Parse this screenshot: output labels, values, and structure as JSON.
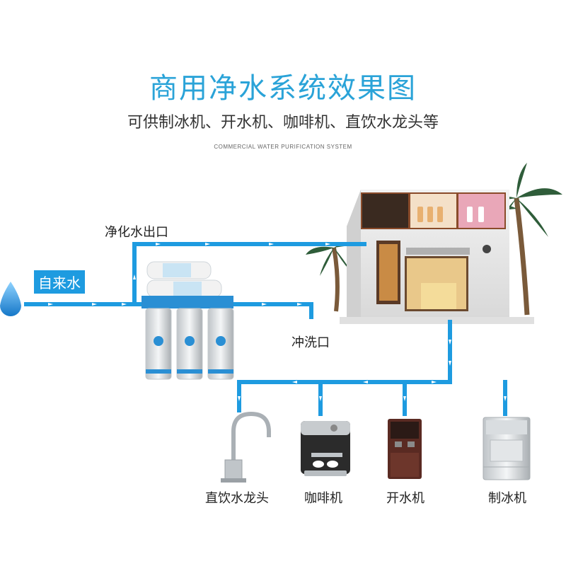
{
  "header": {
    "title": "商用净水系统效果图",
    "subtitle": "可供制冰机、开水机、咖啡机、直饮水龙头等",
    "english_caption": "COMMERCIAL WATER PURIFICATION SYSTEM"
  },
  "labels": {
    "tap_water": "自来水",
    "purified_outlet": "净化水出口",
    "flush_outlet": "冲洗口"
  },
  "appliances": [
    {
      "label": "直饮水龙头",
      "icon": "faucet-icon"
    },
    {
      "label": "咖啡机",
      "icon": "coffee-machine-icon"
    },
    {
      "label": "开水机",
      "icon": "water-dispenser-icon"
    },
    {
      "label": "制冰机",
      "icon": "ice-maker-icon"
    }
  ],
  "colors": {
    "title": "#2aa3d8",
    "pipe": "#1e9be0",
    "badge": "#1e9be0"
  }
}
